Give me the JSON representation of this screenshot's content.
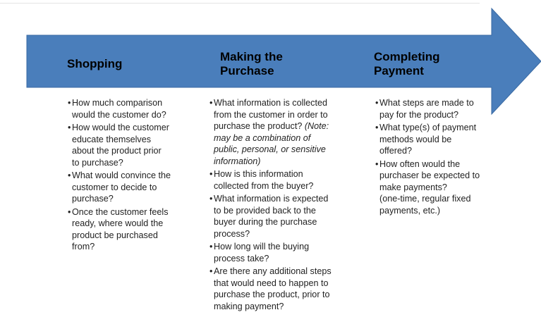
{
  "colors": {
    "arrow_fill": "#4a7ebb",
    "arrow_stroke": "#3a6aa3",
    "text": "#000000"
  },
  "stages": [
    {
      "title_lines": [
        "Shopping"
      ],
      "items": [
        {
          "lines": [
            "How much comparison",
            "would the customer do?"
          ]
        },
        {
          "lines": [
            "How would the customer",
            "educate themselves",
            "about the product prior",
            "to purchase?"
          ]
        },
        {
          "lines": [
            "What would convince the",
            "customer to decide to",
            "purchase?"
          ]
        },
        {
          "lines": [
            "Once the customer feels",
            "ready, where would the",
            "product be purchased",
            "from?"
          ]
        }
      ]
    },
    {
      "title_lines": [
        "Making the",
        "Purchase"
      ],
      "items": [
        {
          "lines": [
            "What information is collected",
            "from the customer in order to",
            "purchase the product? "
          ],
          "note_lines": [
            "(Note:",
            "may be a combination of",
            "public, personal, or sensitive",
            "information)"
          ]
        },
        {
          "lines": [
            "How is this information",
            "collected from the buyer?"
          ]
        },
        {
          "lines": [
            "What information is expected",
            "to be provided back to the",
            "buyer during the purchase",
            "process?"
          ]
        },
        {
          "lines": [
            "How long will the buying",
            "process take?"
          ]
        },
        {
          "lines": [
            "Are there any additional steps",
            "that would need to happen to",
            "purchase the product, prior to",
            "making payment?"
          ]
        }
      ]
    },
    {
      "title_lines": [
        "Completing",
        "Payment"
      ],
      "items": [
        {
          "lines": [
            "What steps are made to",
            "pay for the product?"
          ]
        },
        {
          "lines": [
            "What type(s) of payment",
            "methods would be",
            "offered?"
          ]
        },
        {
          "lines": [
            "How often would the",
            "purchaser be expected to",
            "make payments?",
            "(one-time, regular fixed",
            "payments, etc.)"
          ]
        }
      ]
    }
  ]
}
